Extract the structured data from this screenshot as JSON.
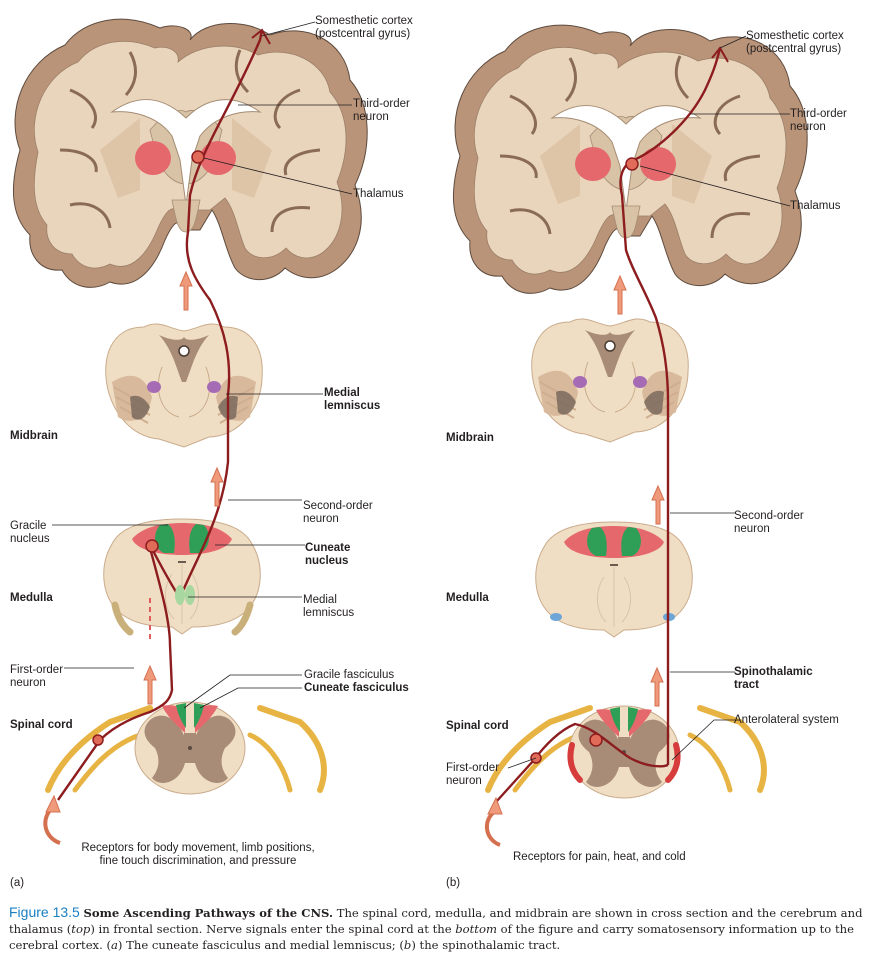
{
  "panel_a": {
    "panel_label": "(a)",
    "labels": {
      "somesthetic_cortex": "Somesthetic cortex\n(postcentral gyrus)",
      "third_order_neuron": "Third-order\nneuron",
      "thalamus": "Thalamus",
      "medial_lemniscus_midbrain": "Medial\nlemniscus",
      "midbrain": "Midbrain",
      "second_order_neuron": "Second-order\nneuron",
      "gracile_nucleus": "Gracile\nnucleus",
      "cuneate_nucleus": "Cuneate\nnucleus",
      "medulla": "Medulla",
      "medial_lemniscus_medulla": "Medial\nlemniscus",
      "first_order_neuron": "First-order\nneuron",
      "gracile_fasciculus": "Gracile fasciculus",
      "cuneate_fasciculus": "Cuneate fasciculus",
      "spinal_cord": "Spinal cord",
      "receptors": "Receptors for body movement, limb positions,\nfine touch discrimination, and pressure"
    }
  },
  "panel_b": {
    "panel_label": "(b)",
    "labels": {
      "somesthetic_cortex": "Somesthetic cortex\n(postcentral gyrus)",
      "third_order_neuron": "Third-order\nneuron",
      "thalamus": "Thalamus",
      "midbrain": "Midbrain",
      "second_order_neuron": "Second-order\nneuron",
      "medulla": "Medulla",
      "spinothalamic_tract": "Spinothalamic\ntract",
      "anterolateral_system": "Anterolateral system",
      "spinal_cord": "Spinal cord",
      "first_order_neuron": "First-order\nneuron",
      "receptors": "Receptors for pain, heat, and cold"
    }
  },
  "caption": {
    "figure_number": "Figure 13.5",
    "title": "Some Ascending Pathways of the CNS.",
    "body_1": " The spinal cord, medulla, and midbrain are shown in cross section and the cerebrum and thalamus (",
    "top_word": "top",
    "body_2": ") in frontal section. Nerve signals enter the spinal cord at the ",
    "bottom_word": "bottom",
    "body_3": " of the figure and carry somatosensory information up to the cerebral cortex. (",
    "a_letter": "a",
    "body_4": ") The cuneate fasciculus and medial lemniscus; (",
    "b_letter": "b",
    "body_5": ") the spinothalamic tract."
  },
  "colors": {
    "pathway": "#8c1c1e",
    "brain_tissue": "#b99479",
    "brain_interior": "#e9d4bc",
    "gray_matter": "#a88c78",
    "white_matter": "#ecd7bd",
    "nucleus_red": "#e5686c",
    "fasciculus_green": "#2f9f58",
    "lemniscus_violet": "#a66bb5",
    "nerve_yellow": "#e7b443",
    "arrow": "#ee9a7b",
    "caption_blue": "#1a7fc1"
  }
}
